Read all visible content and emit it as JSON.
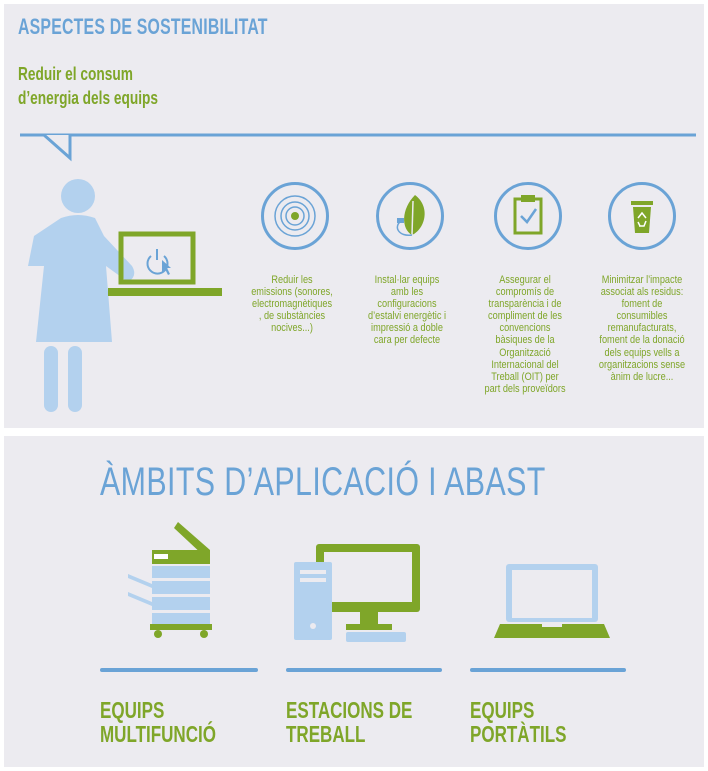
{
  "sustainability": {
    "title": "ASPECTES DE SOSTENIBILITAT",
    "goal": [
      "Reduir el consum",
      "d’energia dels equips"
    ],
    "items": [
      {
        "icon": "sound-waves-icon",
        "lines": [
          "Reduir les",
          "emissions (sonores,",
          "electromagnètiques",
          ", de substàncies",
          "nocives...)"
        ]
      },
      {
        "icon": "leaf-plug-icon",
        "lines": [
          "Instal·lar equips",
          "amb les",
          "configuracions",
          "d’estalvi energètic i",
          "impressió a doble",
          "cara per defecte"
        ]
      },
      {
        "icon": "clipboard-check-icon",
        "lines": [
          "Assegurar el",
          "compromís de",
          "transparència i de",
          "compliment de les",
          "convencions",
          "bàsiques  de la",
          "Organització",
          "Internacional del",
          "Treball (OIT) per",
          "part dels proveïdors"
        ]
      },
      {
        "icon": "recycle-bin-icon",
        "lines": [
          "Minimitzar l’impacte",
          "associat als residus:",
          "foment de",
          "consumibles",
          "remanufacturats,",
          "foment de la donació",
          "dels equips vells a",
          "organitzacions sense",
          "ànim de lucre..."
        ]
      }
    ]
  },
  "scope": {
    "title": "ÀMBITS D’APLICACIÓ I ABAST",
    "devices": [
      {
        "icon": "multifunction-printer-icon",
        "lines": [
          "EQUIPS",
          "MULTIFUNCIÓ"
        ]
      },
      {
        "icon": "desktop-workstation-icon",
        "lines": [
          "ESTACIONS DE",
          "TREBALL"
        ]
      },
      {
        "icon": "laptop-icon",
        "lines": [
          "EQUIPS",
          "PORTÀTILS"
        ]
      }
    ]
  },
  "colors": {
    "blue": "#6aa3d6",
    "green": "#7fa629",
    "light_blue": "#b3d1ee",
    "panel": "#ecebf0"
  }
}
